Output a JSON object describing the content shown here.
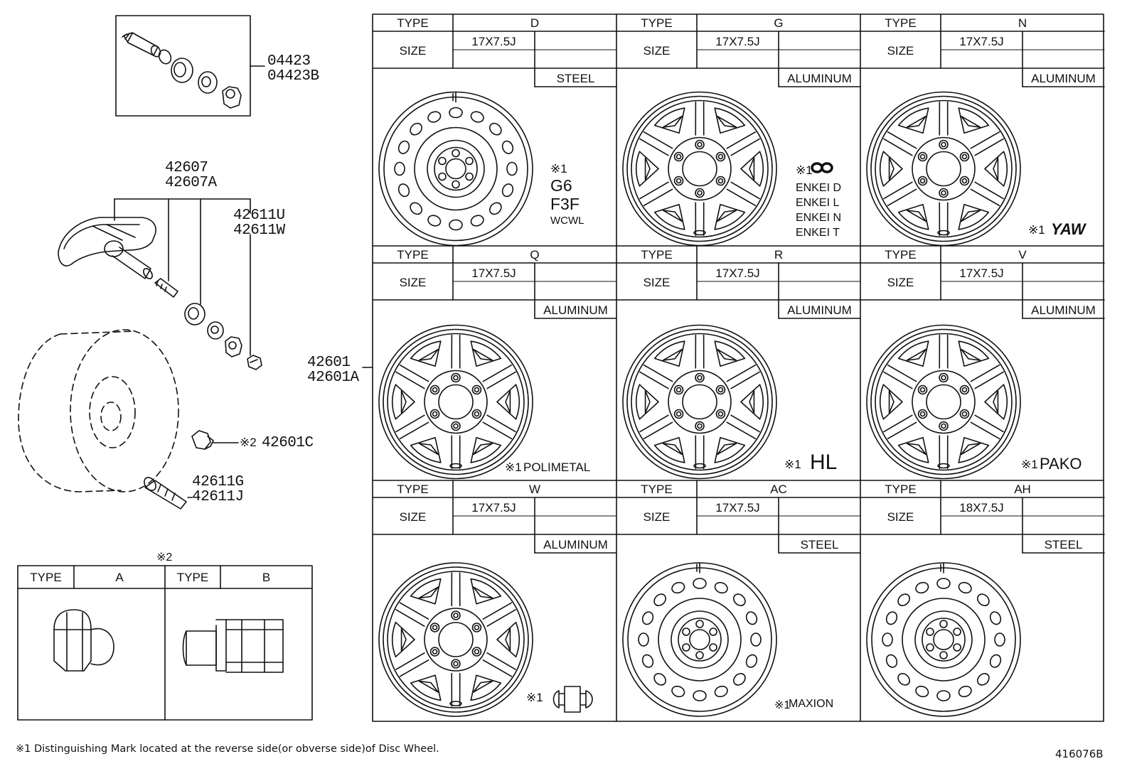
{
  "part_labels": {
    "valve_set": [
      "04423",
      "04423B"
    ],
    "sensor": [
      "42607",
      "42607A"
    ],
    "cap": [
      "42611U",
      "42611W"
    ],
    "wheel": [
      "42601",
      "42601A"
    ],
    "nut_ref": "※2",
    "nut": "42601C",
    "valve": [
      "42611G",
      "42611J"
    ]
  },
  "type_label": "TYPE",
  "size_label": "SIZE",
  "wheels": [
    {
      "type": "D",
      "size": "17X7.5J",
      "material": "STEEL",
      "mark_ref": "※1",
      "marks": [
        "G6",
        "F3F",
        "WCWL"
      ],
      "style": "steel"
    },
    {
      "type": "G",
      "size": "17X7.5J",
      "material": "ALUMINUM",
      "mark_ref": "※1",
      "marks": [
        "ENKEI D",
        "ENKEI L",
        "ENKEI N",
        "ENKEI T"
      ],
      "style": "alloy"
    },
    {
      "type": "N",
      "size": "17X7.5J",
      "material": "ALUMINUM",
      "mark_ref": "※1",
      "marks": [
        "YAW"
      ],
      "style": "alloy"
    },
    {
      "type": "Q",
      "size": "17X7.5J",
      "material": "ALUMINUM",
      "mark_ref": "※1",
      "marks": [
        "POLIMETAL"
      ],
      "style": "alloy"
    },
    {
      "type": "R",
      "size": "17X7.5J",
      "material": "ALUMINUM",
      "mark_ref": "※1",
      "marks": [
        "HL"
      ],
      "style": "alloy"
    },
    {
      "type": "V",
      "size": "17X7.5J",
      "material": "ALUMINUM",
      "mark_ref": "※1",
      "marks": [
        "PAKO"
      ],
      "style": "alloy"
    },
    {
      "type": "W",
      "size": "17X7.5J",
      "material": "ALUMINUM",
      "mark_ref": "※1",
      "marks": [],
      "style": "alloy"
    },
    {
      "type": "AC",
      "size": "17X7.5J",
      "material": "STEEL",
      "mark_ref": "※1",
      "marks": [
        "MAXION"
      ],
      "style": "steel"
    },
    {
      "type": "AH",
      "size": "18X7.5J",
      "material": "STEEL",
      "mark_ref": "",
      "marks": [],
      "style": "steel"
    }
  ],
  "nut_table": {
    "ref": "※2",
    "types": [
      {
        "label": "TYPE",
        "value": "A"
      },
      {
        "label": "TYPE",
        "value": "B"
      }
    ]
  },
  "footnote": "※1 Distinguishing Mark located at the reverse side(or obverse side)of Disc Wheel.",
  "diagram_id": "416076B"
}
